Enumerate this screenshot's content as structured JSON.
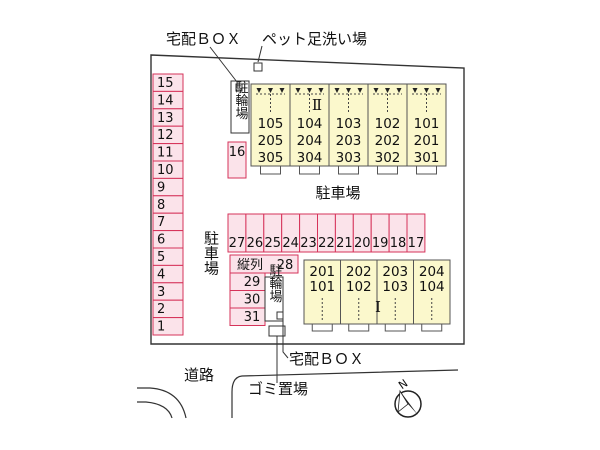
{
  "colors": {
    "parking_fill": "#fbe3ea",
    "parking_stroke": "#d6335a",
    "building_fill": "#fbf8cc",
    "building_stroke": "#555555",
    "lot_fill": "#ffffff",
    "lot_stroke": "#333333"
  },
  "labels": {
    "takuhai_box_top": "宅配ＢＯＸ",
    "pet_wash": "ペット足洗い場",
    "takuhai_box_bottom": "宅配ＢＯＸ",
    "garbage": "ゴミ置場",
    "road": "道路",
    "parking_center": "駐車場",
    "parking_left": "駐車場",
    "bike_parking_top": "駐輪場",
    "bike_parking_bottom": "駐輪場",
    "tandem": "縦列",
    "north": "N"
  },
  "left_column_slots": [
    "15",
    "14",
    "13",
    "12",
    "11",
    "10",
    "9",
    "8",
    "7",
    "6",
    "5",
    "4",
    "3",
    "2",
    "1"
  ],
  "slot_16": "16",
  "middle_row_slots": [
    "27",
    "26",
    "25",
    "24",
    "23",
    "22",
    "21",
    "20",
    "19",
    "18",
    "17"
  ],
  "tandem_slot": "28",
  "lower_slots": [
    "29",
    "30",
    "31"
  ],
  "building_2": {
    "roman": "Ⅱ",
    "columns": [
      [
        "105",
        "205",
        "305"
      ],
      [
        "104",
        "204",
        "304"
      ],
      [
        "103",
        "203",
        "303"
      ],
      [
        "102",
        "202",
        "302"
      ],
      [
        "101",
        "201",
        "301"
      ]
    ]
  },
  "building_1": {
    "roman": "Ⅰ",
    "columns": [
      [
        "201",
        "101"
      ],
      [
        "202",
        "102"
      ],
      [
        "203",
        "103"
      ],
      [
        "204",
        "104"
      ]
    ]
  }
}
